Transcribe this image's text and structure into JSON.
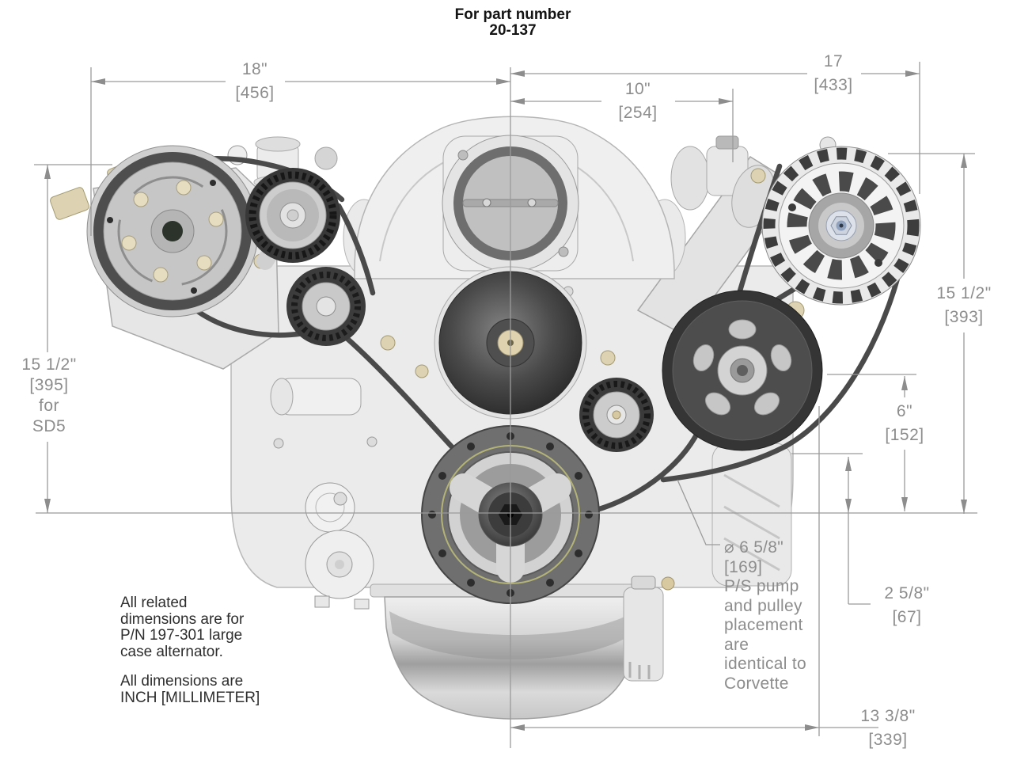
{
  "title": {
    "line1": "For part number",
    "line2": "20-137"
  },
  "dimensions": {
    "width_18": {
      "in": "18\"",
      "mm": "[456]"
    },
    "width_10": {
      "in": "10\"",
      "mm": "[254]"
    },
    "width_17": {
      "in": "17",
      "mm": "[433]"
    },
    "height_left": {
      "in": "15 1/2\"",
      "mm": "[395]",
      "line3": "for",
      "line4": "SD5"
    },
    "height_right": {
      "in": "15 1/2\"",
      "mm": "[393]"
    },
    "ps_height": {
      "in": "6\"",
      "mm": "[152]"
    },
    "crank_to_ps": {
      "in": "2 5/8\"",
      "mm": "[67]"
    },
    "width_bottom": {
      "in": "13 3/8\"",
      "mm": "[339]"
    }
  },
  "callout": {
    "l1": "⌀ 6 5/8\"",
    "l2": "[169]",
    "l3": "P/S pump",
    "l4": "and pulley",
    "l5": "placement",
    "l6": "are",
    "l7": "identical to",
    "l8": "Corvette"
  },
  "notes": {
    "n1": "All related",
    "n2": "dimensions are for",
    "n3": "P/N 197-301 large",
    "n4": "case alternator.",
    "n5": "All dimensions are",
    "n6": "INCH [MILLIMETER]"
  },
  "colors": {
    "dimension": "#8d8d8d",
    "note_text": "#2e2e2e",
    "belt": "#4a4a4a",
    "accent_ring": "#b3b377"
  }
}
